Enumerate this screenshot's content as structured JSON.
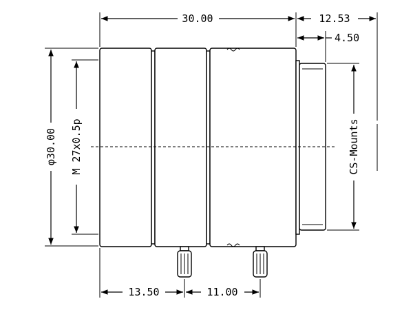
{
  "dimensions": {
    "overall_length": "30.00",
    "mount_total": "12.53",
    "flange_offset": "4.50",
    "diameter": "φ30.00",
    "thread": "M 27x0.5p",
    "mount_type": "CS-Mounts",
    "screw1_offset": "13.50",
    "screw_spacing": "11.00"
  }
}
